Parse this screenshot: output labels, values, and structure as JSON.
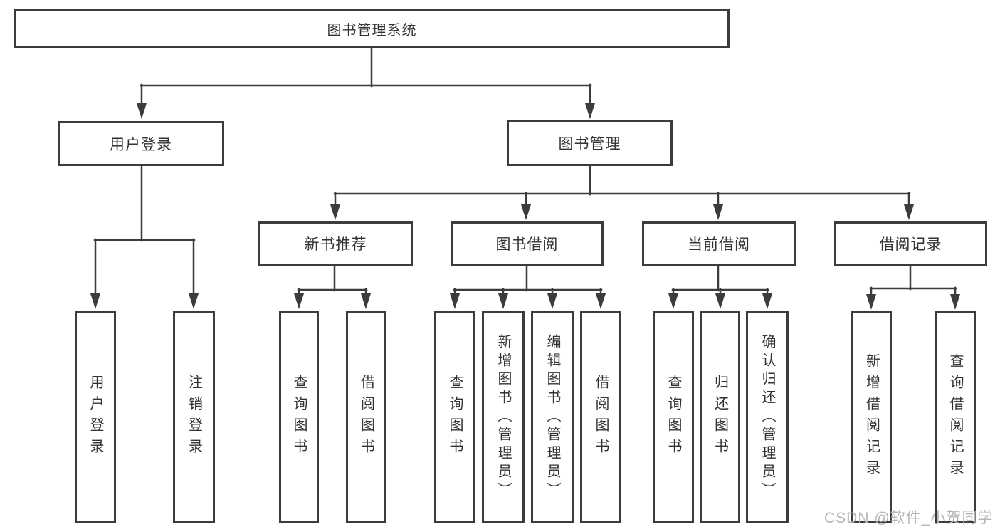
{
  "diagram_title": "图书管理系统",
  "colors": {
    "line": "#3c3c3c",
    "text": "#333333",
    "background": "#ffffff",
    "watermark": "#b5b5b5"
  },
  "tree": {
    "root": {
      "label": "图书管理系统",
      "children": [
        {
          "label": "用户登录",
          "children": [
            {
              "label": "用户登录"
            },
            {
              "label": "注销登录"
            }
          ]
        },
        {
          "label": "图书管理",
          "children": [
            {
              "label": "新书推荐",
              "children": [
                {
                  "label": "查询图书"
                },
                {
                  "label": "借阅图书"
                }
              ]
            },
            {
              "label": "图书借阅",
              "children": [
                {
                  "label": "查询图书"
                },
                {
                  "label": "新增图书（管理员）"
                },
                {
                  "label": "编辑图书（管理员）"
                },
                {
                  "label": "借阅图书"
                }
              ]
            },
            {
              "label": "当前借阅",
              "children": [
                {
                  "label": "查询图书"
                },
                {
                  "label": "归还图书"
                },
                {
                  "label": "确认归还（管理员）"
                }
              ]
            },
            {
              "label": "借阅记录",
              "children": [
                {
                  "label": "新增借阅记录"
                },
                {
                  "label": "查询借阅记录"
                }
              ]
            }
          ]
        }
      ]
    }
  },
  "watermark": "CSDN @软件_小贺同学"
}
